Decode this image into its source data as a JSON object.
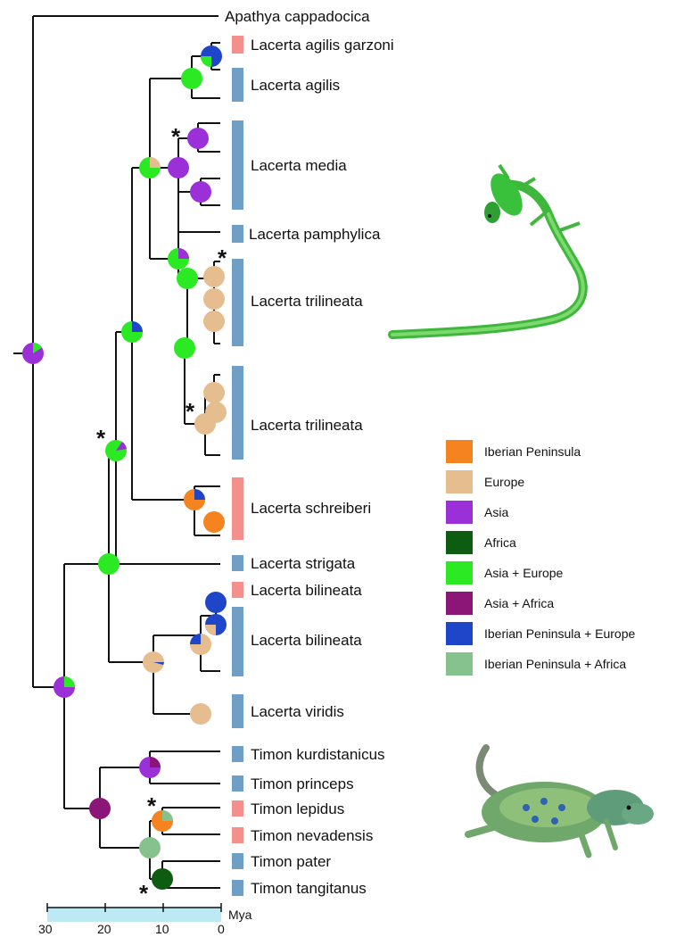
{
  "colors": {
    "iberian": "#f5831f",
    "europe": "#e6bd8f",
    "asia": "#9b30d9",
    "africa": "#0d5c12",
    "asia_europe": "#2bea24",
    "asia_africa": "#8c1578",
    "iberian_europe": "#1f45c9",
    "iberian_africa": "#86c28d",
    "bar_blue": "#6f9fc4",
    "bar_pink": "#f4908c",
    "axis_bar": "#bde9f5"
  },
  "legend": {
    "items": [
      {
        "key": "iberian",
        "label": "Iberian Peninsula"
      },
      {
        "key": "europe",
        "label": "Europe"
      },
      {
        "key": "asia",
        "label": "Asia"
      },
      {
        "key": "africa",
        "label": "Africa"
      },
      {
        "key": "asia_europe",
        "label": "Asia + Europe"
      },
      {
        "key": "asia_africa",
        "label": "Asia + Africa"
      },
      {
        "key": "iberian_europe",
        "label": "Iberian Peninsula + Europe"
      },
      {
        "key": "iberian_africa",
        "label": "Iberian Peninsula + Africa"
      }
    ]
  },
  "taxa": [
    "Apathya cappadocica",
    "Lacerta agilis garzoni",
    "Lacerta agilis",
    "Lacerta media",
    "Lacerta pamphylica",
    "Lacerta trilineata",
    "Lacerta trilineata",
    "Lacerta schreiberi",
    "Lacerta strigata",
    "Lacerta bilineata",
    "Lacerta bilineata",
    "Lacerta viridis",
    "Timon kurdistanicus",
    "Timon princeps",
    "Timon lepidus",
    "Timon nevadensis",
    "Timon pater",
    "Timon tangitanus"
  ],
  "axis": {
    "unit": "Mya",
    "ticks": [
      "30",
      "20",
      "10",
      "0"
    ]
  },
  "support_mark": "*",
  "illustrations": [
    "green-lizard-icon",
    "ocellated-lizard-icon"
  ]
}
